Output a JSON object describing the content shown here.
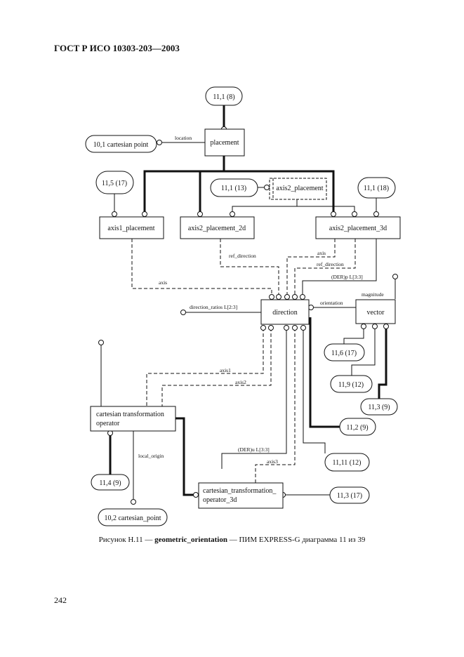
{
  "header": {
    "title": "ГОСТ Р ИСО 10303-203—2003"
  },
  "diagram": {
    "entities": {
      "placement": "placement",
      "axis1_placement": "axis1_placement",
      "axis2_placement_2d": "axis2_placement_2d",
      "axis2_placement_3d": "axis2_placement_3d",
      "axis2_placement": "axis2_placement",
      "direction": "direction",
      "vector": "vector",
      "cto_line1": "cartesian  transformation",
      "cto_line2": "operator",
      "cto3d_line1": "cartesian_transformation_",
      "cto3d_line2": "operator_3d"
    },
    "refs": {
      "r_11_1_8": "11,1 (8)",
      "r_10_1": "10,1 cartesian  point",
      "r_11_5_17": "11,5 (17)",
      "r_11_1_13": "11,1 (13)",
      "r_11_1_18": "11,1 (18)",
      "r_11_6_17": "11,6 (17)",
      "r_11_9_12": "11,9 (12)",
      "r_11_3_9": "11,3 (9)",
      "r_11_2_9": "11,2 (9)",
      "r_11_11_12": "11,11 (12)",
      "r_11_4_9": "11,4 (9)",
      "r_11_3_17": "11,3 (17)",
      "r_10_2": "10,2 cartesian_point"
    },
    "attributes": {
      "location": "location",
      "ref_direction_2d": "ref_direction",
      "axis_1": "axis",
      "axis_3d": "axis",
      "ref_direction_3d": "ref_direction",
      "der_p": "(DER)p L[3:3]",
      "magnitude": "magnitude",
      "orientation": "orientation",
      "direction_ratios": "direction_ratios L[2:3]",
      "axis1": "axis1",
      "axis2": "axis2",
      "local_origin": "local_origin",
      "der_u": "(DER)u L[3:3]",
      "axis3": "axis3"
    }
  },
  "caption": {
    "prefix": "Рисунок Н.11 — ",
    "bold": "geometric_orientation",
    "suffix": " — ПИМ EXPRESS-G диаграмма 11 из 39"
  },
  "page_number": "242"
}
